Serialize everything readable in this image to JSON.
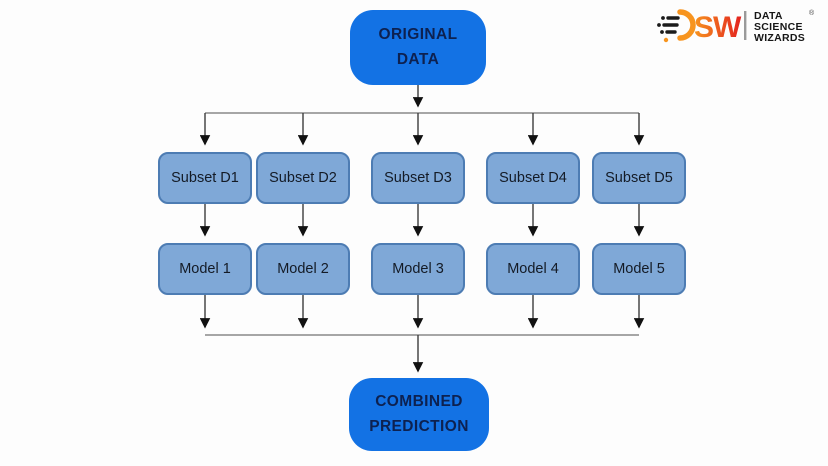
{
  "page": {
    "background": "#fdfdfd",
    "description": "Bagging ensemble diagram: original data split into subsets, each trains a model, predictions combined"
  },
  "logo": {
    "brand": "DSW",
    "brand_text": "SW",
    "stylized_d_icon": "dsw-arc-d-icon",
    "tagline_line1": "DATA",
    "tagline_line2": "SCIENCE",
    "tagline_line3": "WIZARDS",
    "registered": "®",
    "colors": {
      "orange": "#f7941e",
      "red": "#e3201f",
      "dark": "#1b1b1b",
      "divider": "#9a9a9a"
    }
  },
  "diagram": {
    "root": {
      "label": "ORIGINAL DATA"
    },
    "columns": [
      {
        "subset": "Subset D1",
        "model": "Model 1"
      },
      {
        "subset": "Subset D2",
        "model": "Model 2"
      },
      {
        "subset": "Subset D3",
        "model": "Model 3"
      },
      {
        "subset": "Subset D4",
        "model": "Model 4"
      },
      {
        "subset": "Subset D5",
        "model": "Model 5"
      }
    ],
    "sink": {
      "label": "COMBINED PREDICTION"
    },
    "colors": {
      "primary_node_fill": "#1372e4",
      "primary_node_text": "#0d2150",
      "secondary_node_fill": "#7fa8d7",
      "secondary_node_border": "#4d7cb3",
      "secondary_node_text": "#141b26",
      "connector_line": "#7d7d7d",
      "arrowhead": "#111111"
    }
  }
}
